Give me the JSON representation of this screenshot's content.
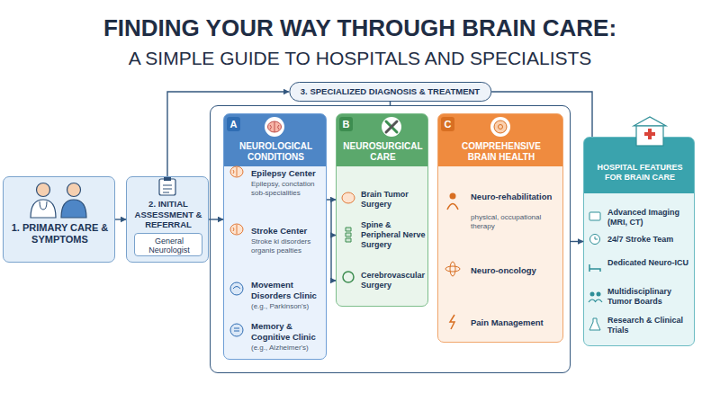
{
  "diagram": {
    "title": "FINDING YOUR WAY THROUGH BRAIN CARE:",
    "nodes": [
      {
        "text": [
          "1. PRIMARY CARE & SYMPTOMS"
        ]
      },
      {
        "text": [
          "2. INITIAL ASSESSMENT & REFERRAL"
        ]
      },
      {
        "text": [
          "General Neurologist"
        ],
        "in": 1
      },
      {
        "text": [
          "3. SPECIALIZED DIAGNOSIS & TREATMENT"
        ]
      },
      {
        "text": [
          "A",
          "NEUROLOGICAL CONDITIONS",
          "Epilepsy Center",
          "Epilepsy, conctation sob-specialities",
          "Stroke Center",
          "Stroke ki disorders organis pealties",
          "Movement Disorders Clinic",
          "(e.g., Parkinson's)",
          "Memory & Cognitive Clinic",
          "(e.g., Alzheimer's)"
        ],
        "in": 3
      },
      {
        "text": [
          "B",
          "NEUROSURGICAL CARE",
          "Brain Tumor Surgery",
          "Spine & Peripheral Nerve Surgery",
          "Cerebrovascular Surgery"
        ],
        "in": 3
      },
      {
        "text": [
          "C",
          "COMPREHENSIVE BRAIN HEALTH",
          "Neuro-rehabilitation",
          "physical, occupational therapy",
          "Neuro-oncology",
          "Pain Management"
        ],
        "in": 3
      },
      {
        "text": [
          "HOSPITAL FEATURES FOR BRAIN CARE",
          "Advanced Imaging (MRI, CT)",
          "24/7 Stroke Team",
          "Dedicated Neuro-ICU",
          "Multidisciplinary Tumor Boards",
          "Research & Clinical Trials"
        ]
      }
    ],
    "edges": [
      {
        "from": 0,
        "to": 1,
        "arrow": "to"
      },
      {
        "from": 1,
        "to": 4,
        "arrow": "to"
      },
      {
        "from": 1,
        "to": 3,
        "arrow": "to"
      },
      {
        "from": 4,
        "to": 5,
        "arrow": "to"
      },
      {
        "from": 3,
        "to": 7,
        "arrow": "to"
      },
      {
        "from": 3,
        "to": 7,
        "arrow": "none"
      }
    ],
    "labels": [
      "A SIMPLE GUIDE TO HOSPITALS AND SPECIALISTS"
    ]
  }
}
